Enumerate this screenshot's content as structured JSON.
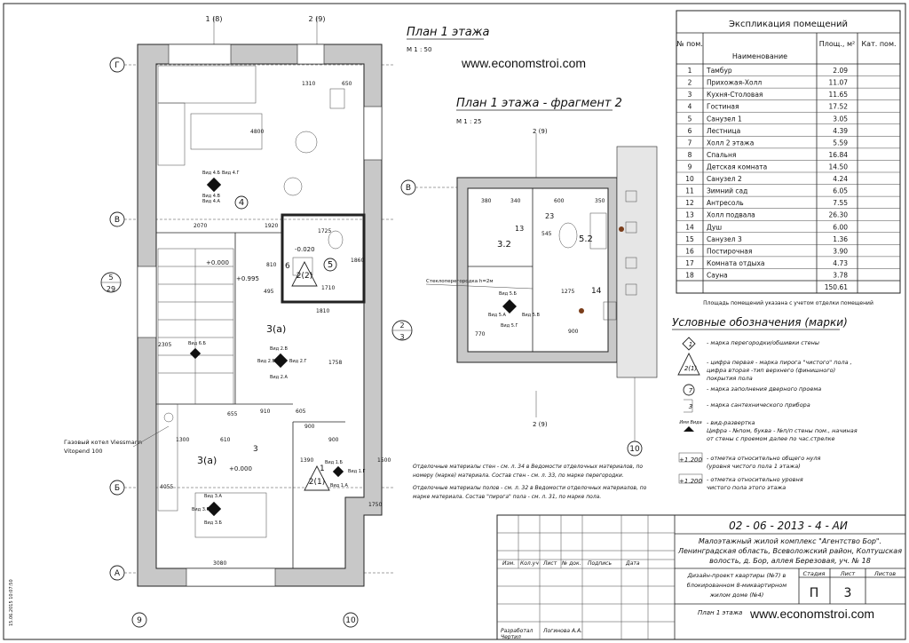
{
  "titles": {
    "plan1": "План 1 этажа",
    "scale1": "М 1 : 50",
    "plan2": "План 1 этажа - фрагмент 2",
    "scale2": "М 1 : 25"
  },
  "watermark": {
    "top": "www.economstroi.com",
    "bottom": "www.economstroi.com"
  },
  "axes_plan1": {
    "top": [
      "1 (8)",
      "2 (9)"
    ],
    "left": [
      "Г",
      "В",
      "Б",
      "А"
    ],
    "bottom": [
      "9",
      "10"
    ],
    "side_left": [
      "5",
      "29"
    ],
    "side_right": [
      "2",
      "3"
    ]
  },
  "axes_plan2": {
    "top": "2 (9)",
    "left": "В",
    "bottom": "10",
    "bottom_axis": "2 (9)"
  },
  "plan1_labels": {
    "dims": [
      "1310",
      "650",
      "4800",
      "2070",
      "1725",
      "1920",
      "1860",
      "810",
      "1710",
      "2305",
      "1810",
      "1758",
      "655",
      "910",
      "605",
      "900",
      "1300",
      "610",
      "900",
      "1390",
      "4055",
      "3080",
      "1500",
      "1750",
      "495"
    ],
    "levels": [
      "+0.000",
      "+0.995",
      "-0.020",
      "+0.000"
    ],
    "rooms": [
      "4",
      "5",
      "3(а)",
      "3(а)",
      "2(2)",
      "2(1)",
      "6",
      "1",
      "3"
    ],
    "views": [
      "Вид 4.Б",
      "Вид 4.В",
      "Вид 4.Г",
      "Вид 4.А",
      "Вид 2.В",
      "Вид 2.Б",
      "Вид 2.Г",
      "Вид 2.А",
      "Вид 3.А",
      "Вид 3.Г",
      "Вид 3.Б",
      "Вид 1.Б",
      "Вид 1.Г",
      "Вид 1.А",
      "Вид 6.Б"
    ],
    "boiler_note": [
      "Газовый котел Viessmann",
      "Vitopend 100"
    ],
    "date_stamp": "15.06.2015 10:07:50"
  },
  "plan2_labels": {
    "dims": [
      "380",
      "340",
      "600",
      "350",
      "23",
      "13",
      "545",
      "1275",
      "900",
      "770"
    ],
    "rooms": [
      "3.2",
      "5.2",
      "14"
    ],
    "note": "Стеклоперегородка h=2м",
    "views": [
      "Вид 5.Б",
      "Вид 5.А",
      "Вид 5.В",
      "Вид 5.Г"
    ]
  },
  "explication": {
    "title": "Экспликация помещений",
    "headers": [
      "№ пом.",
      "Наименование",
      "Площ., м²",
      "Кат. пом."
    ],
    "rows": [
      [
        "1",
        "Тамбур",
        "2.09",
        ""
      ],
      [
        "2",
        "Прихожая-Холл",
        "11.07",
        ""
      ],
      [
        "3",
        "Кухня-Столовая",
        "11.65",
        ""
      ],
      [
        "4",
        "Гостиная",
        "17.52",
        ""
      ],
      [
        "5",
        "Санузел 1",
        "3.05",
        ""
      ],
      [
        "6",
        "Лестница",
        "4.39",
        ""
      ],
      [
        "7",
        "Холл 2 этажа",
        "5.59",
        ""
      ],
      [
        "8",
        "Спальня",
        "16.84",
        ""
      ],
      [
        "9",
        "Детская комната",
        "14.50",
        ""
      ],
      [
        "10",
        "Санузел 2",
        "4.24",
        ""
      ],
      [
        "11",
        "Зимний сад",
        "6.05",
        ""
      ],
      [
        "12",
        "Антресоль",
        "7.55",
        ""
      ],
      [
        "13",
        "Холл подвала",
        "26.30",
        ""
      ],
      [
        "14",
        "Душ",
        "6.00",
        ""
      ],
      [
        "15",
        "Санузел 3",
        "1.36",
        ""
      ],
      [
        "16",
        "Постирочная",
        "3.90",
        ""
      ],
      [
        "17",
        "Комната отдыха",
        "4.73",
        ""
      ],
      [
        "18",
        "Сауна",
        "3.78",
        ""
      ]
    ],
    "total": "150.61",
    "footnote": "Площадь помещений указана с учетом отделки помещений"
  },
  "legend": {
    "title": "Условные обозначения (марки)",
    "items": [
      {
        "mark": "1",
        "text": [
          "- марка перегородки/обшивки стены"
        ]
      },
      {
        "mark": "2(1)",
        "text": [
          "- цифра первая - марка пирога \"чистого\" пола ,",
          "цифра вторая -тип верхнего (финишного)",
          "покрытия пола"
        ]
      },
      {
        "mark": "7",
        "text": [
          "- марка заполнения дверного проема"
        ]
      },
      {
        "mark": "3",
        "text": [
          "- марка сантехнического прибора"
        ]
      },
      {
        "mark": "Имя Вида",
        "text": [
          "- вид-развертка",
          "Цифра - №пом, буква - №п/п стены пом., начиная",
          "от стены с проемом далее по час.стрелке"
        ]
      },
      {
        "mark": "+1.200",
        "text": [
          "- отметка относительно общего нуля",
          "(уровня чистого пола 1 этажа)"
        ]
      },
      {
        "mark": "+1.200",
        "text": [
          "- отметка относительно уровня",
          "чистого пола этого этажа"
        ]
      }
    ]
  },
  "materials_note": [
    "Отделочные материалы стен - см. л. 34 в Ведомости отделочных материалов, по",
    "номеру (марке) материала. Состав стен - см. л. 33, по марке перегородки.",
    "Отделочные материалы полов - см. л. 32 в Ведомости отделочных материалов, по",
    "марке материала. Состав \"пирога\" пола - см. л. 31, по марке пола."
  ],
  "title_block": {
    "code": "02 - 06 - 2013 - 4 - АИ",
    "project": [
      "Малоэтажный жилой комплекс \"Агентство Бор\".",
      "Ленинградская область, Всеволожский район, Колтушская",
      "волость, д. Бор, аллея Березовая, уч. № 18"
    ],
    "rev_headers": [
      "Изм.",
      "Кол.уч",
      "Лист",
      "№ док.",
      "Подпись",
      "Дата"
    ],
    "design_title": [
      "Дизайн-проект квартиры (№7) в",
      "блокированном 8-миквартирном",
      "жилом доме (№4)"
    ],
    "stage_headers": [
      "Стадия",
      "Лист",
      "Листов"
    ],
    "stage": "П",
    "sheet": "3",
    "sheets": "",
    "developed_label": "Разработал",
    "developed_name": "Логинова А.А.",
    "drew_label": "Чертил",
    "drawing_name": "План 1 этажа"
  }
}
